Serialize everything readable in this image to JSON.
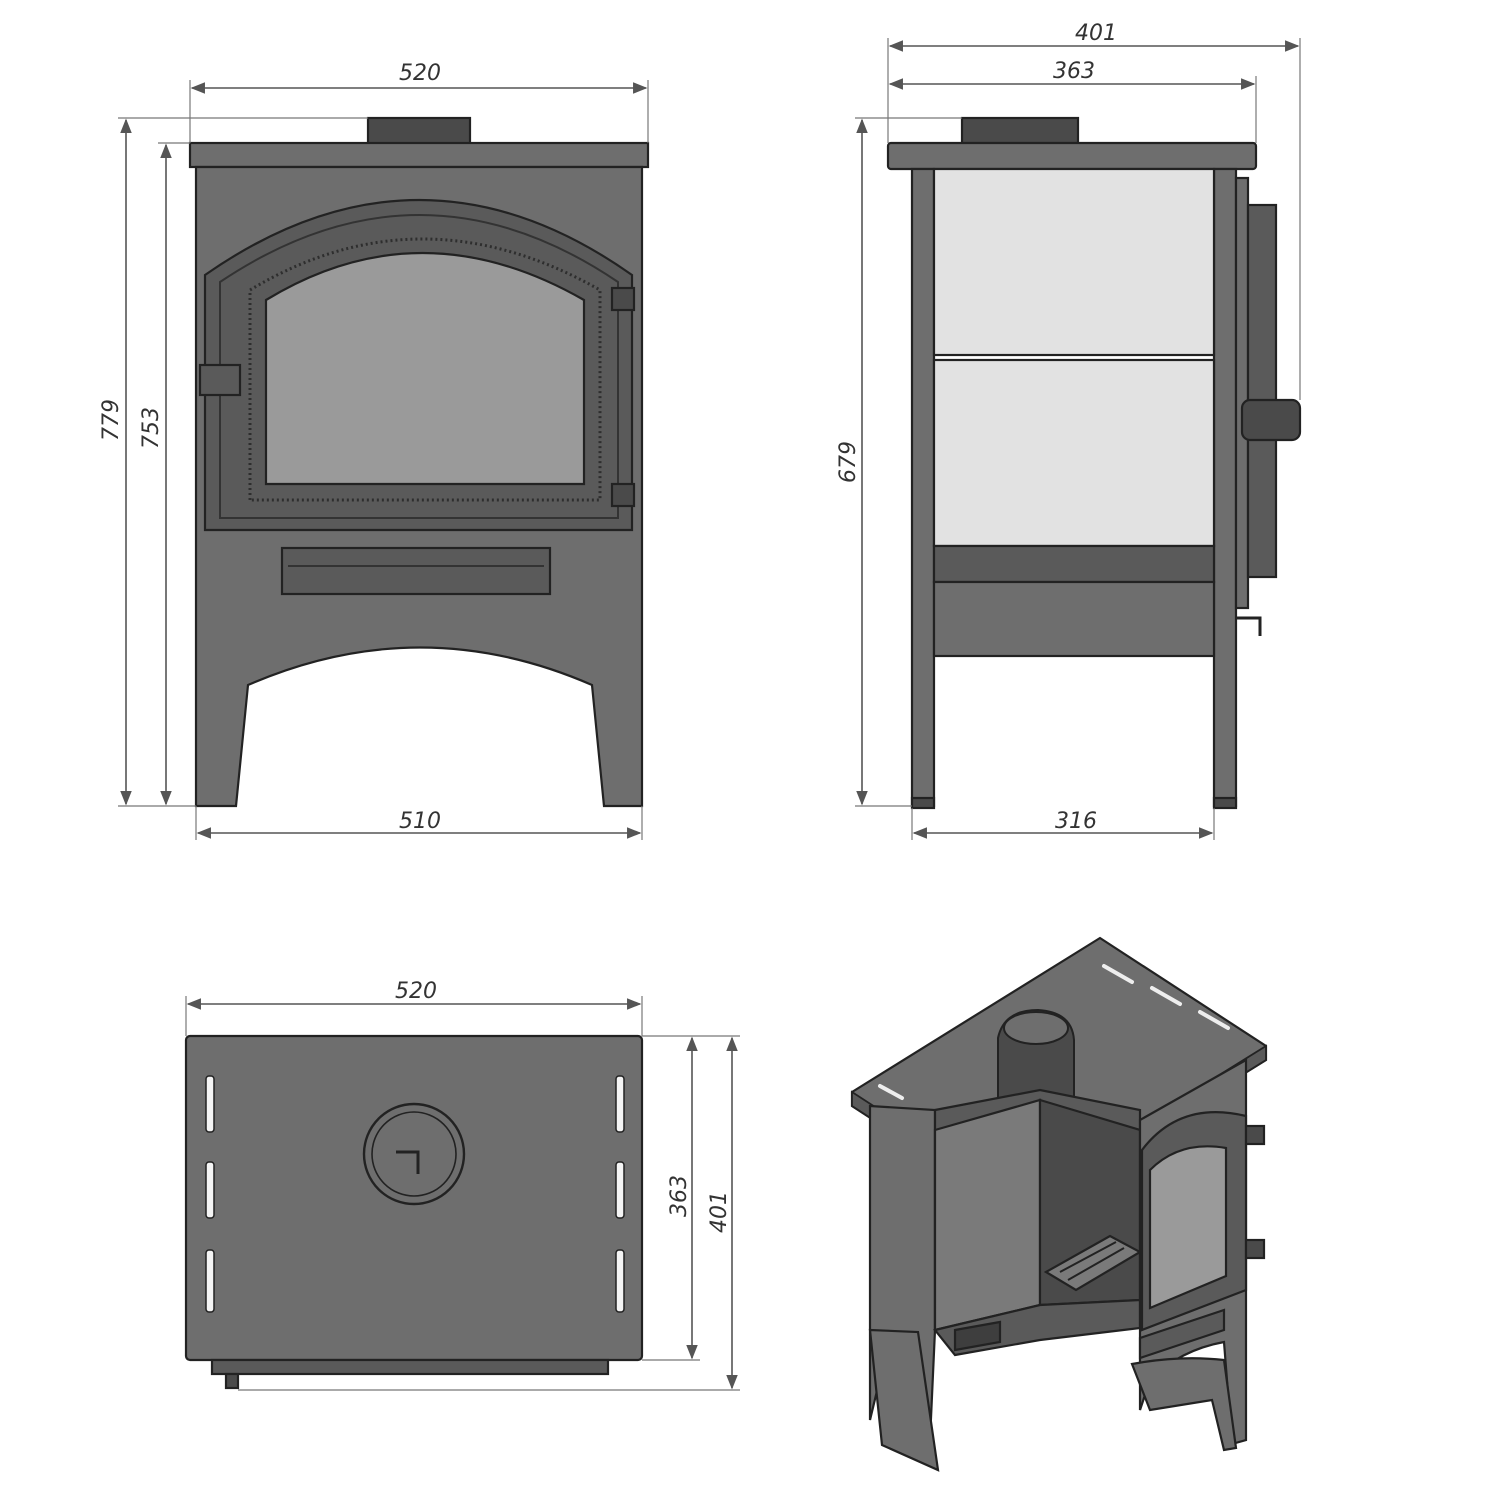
{
  "colors": {
    "body": "#6e6e6e",
    "body_dark": "#5a5a5a",
    "body_darker": "#4a4a4a",
    "glass": "#9a9a9a",
    "panel": "#e2e2e2",
    "outline": "#222222",
    "dimension": "#555555"
  },
  "front_view": {
    "width_top": "520",
    "height_total": "779",
    "height_body": "753",
    "width_base": "510"
  },
  "side_view": {
    "depth_total": "401",
    "depth_top": "363",
    "height_legs": "679",
    "depth_base": "316"
  },
  "top_view": {
    "width": "520",
    "depth_inner": "363",
    "depth_total": "401"
  }
}
